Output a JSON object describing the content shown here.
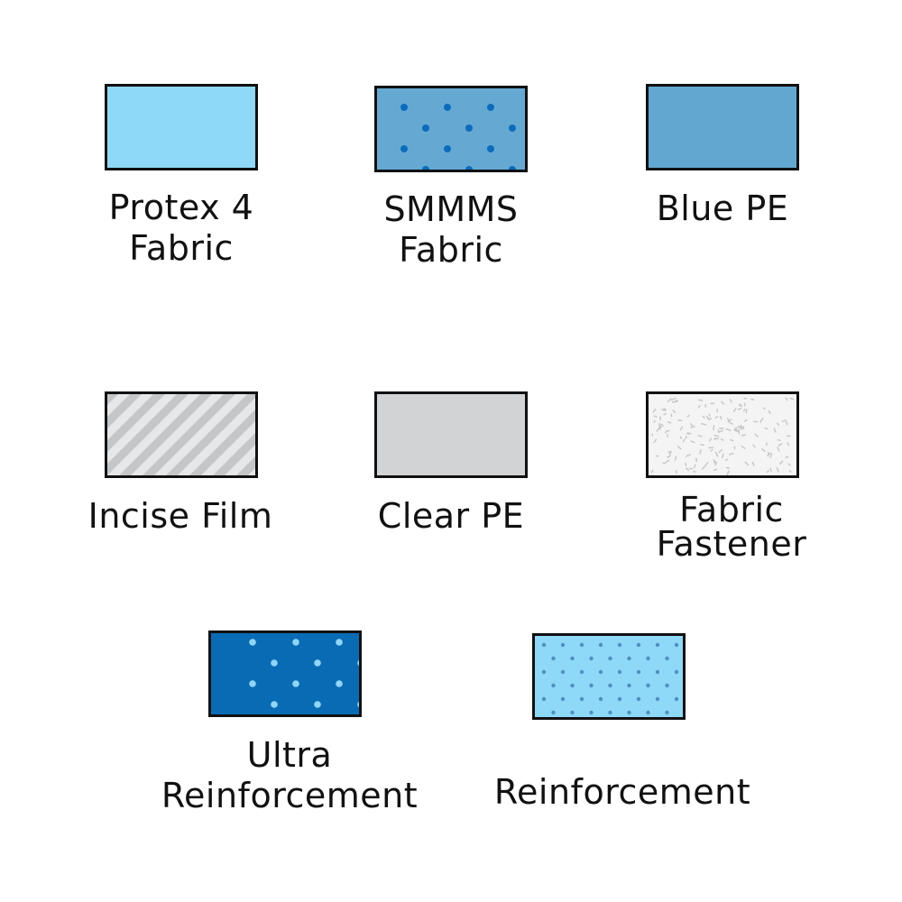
{
  "swatches": [
    {
      "id": "protex",
      "label": "Protex 4\nFabric",
      "fill": "#8ed8f8",
      "pattern": "solid"
    },
    {
      "id": "smmms",
      "label": "SMMMS\nFabric",
      "fill": "#65a9d3",
      "dot_color": "#0b6cbd",
      "pattern": "dots"
    },
    {
      "id": "bluepe",
      "label": "Blue PE",
      "fill": "#62a7cf",
      "pattern": "solid"
    },
    {
      "id": "incise",
      "label": "Incise Film",
      "fill": "#c4c6c8",
      "stripe_color": "#e6e7e8",
      "pattern": "diagonal-stripes"
    },
    {
      "id": "clearpe",
      "label": "Clear PE",
      "fill": "#d1d3d4",
      "pattern": "solid"
    },
    {
      "id": "fastener",
      "label": "Fabric\nFastener",
      "fill": "#f4f4f4",
      "dash_color": "#c6c6c6",
      "pattern": "random-dashes"
    },
    {
      "id": "ultra",
      "label": "Ultra\nReinforcement",
      "fill": "#0a6bb5",
      "dot_color": "#8fd6f5",
      "pattern": "dots"
    },
    {
      "id": "reinf",
      "label": "Reinforcement",
      "fill": "#8ed8f8",
      "dot_color": "#4f90c0",
      "pattern": "small-dots"
    }
  ]
}
